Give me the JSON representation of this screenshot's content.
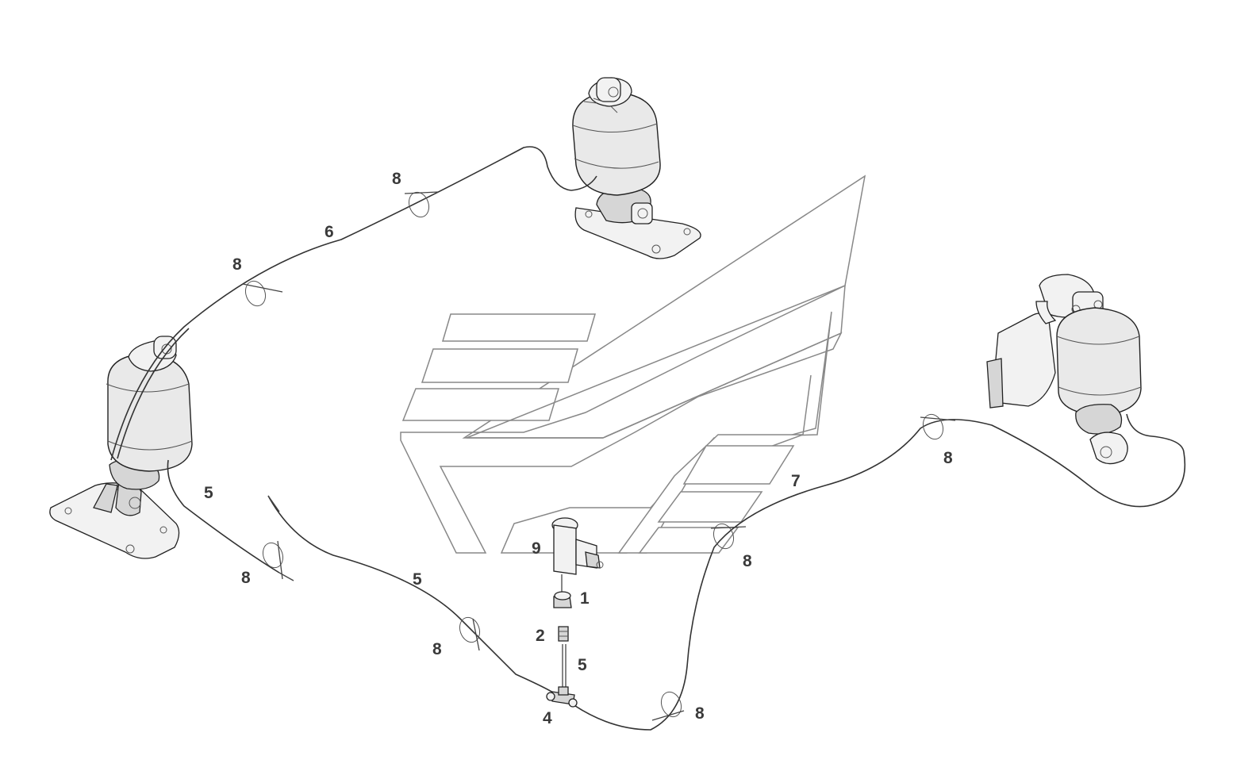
{
  "diagram": {
    "callouts": {
      "c1": "1",
      "c2": "2",
      "c4": "4",
      "c5a": "5",
      "c5b": "5",
      "c5c": "5",
      "c6": "6",
      "c7": "7",
      "c8a": "8",
      "c8b": "8",
      "c8c": "8",
      "c8d": "8",
      "c8e": "8",
      "c8f": "8",
      "c9": "9"
    }
  }
}
